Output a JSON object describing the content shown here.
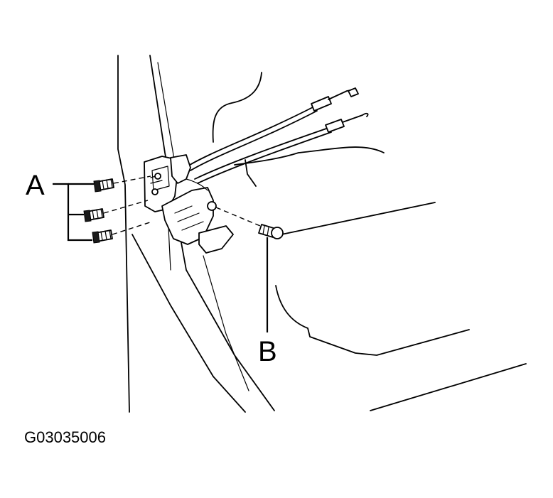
{
  "labels": {
    "a": "A",
    "b": "B"
  },
  "figure_code": "G03035006",
  "colors": {
    "line": "#000000",
    "background": "#ffffff"
  }
}
